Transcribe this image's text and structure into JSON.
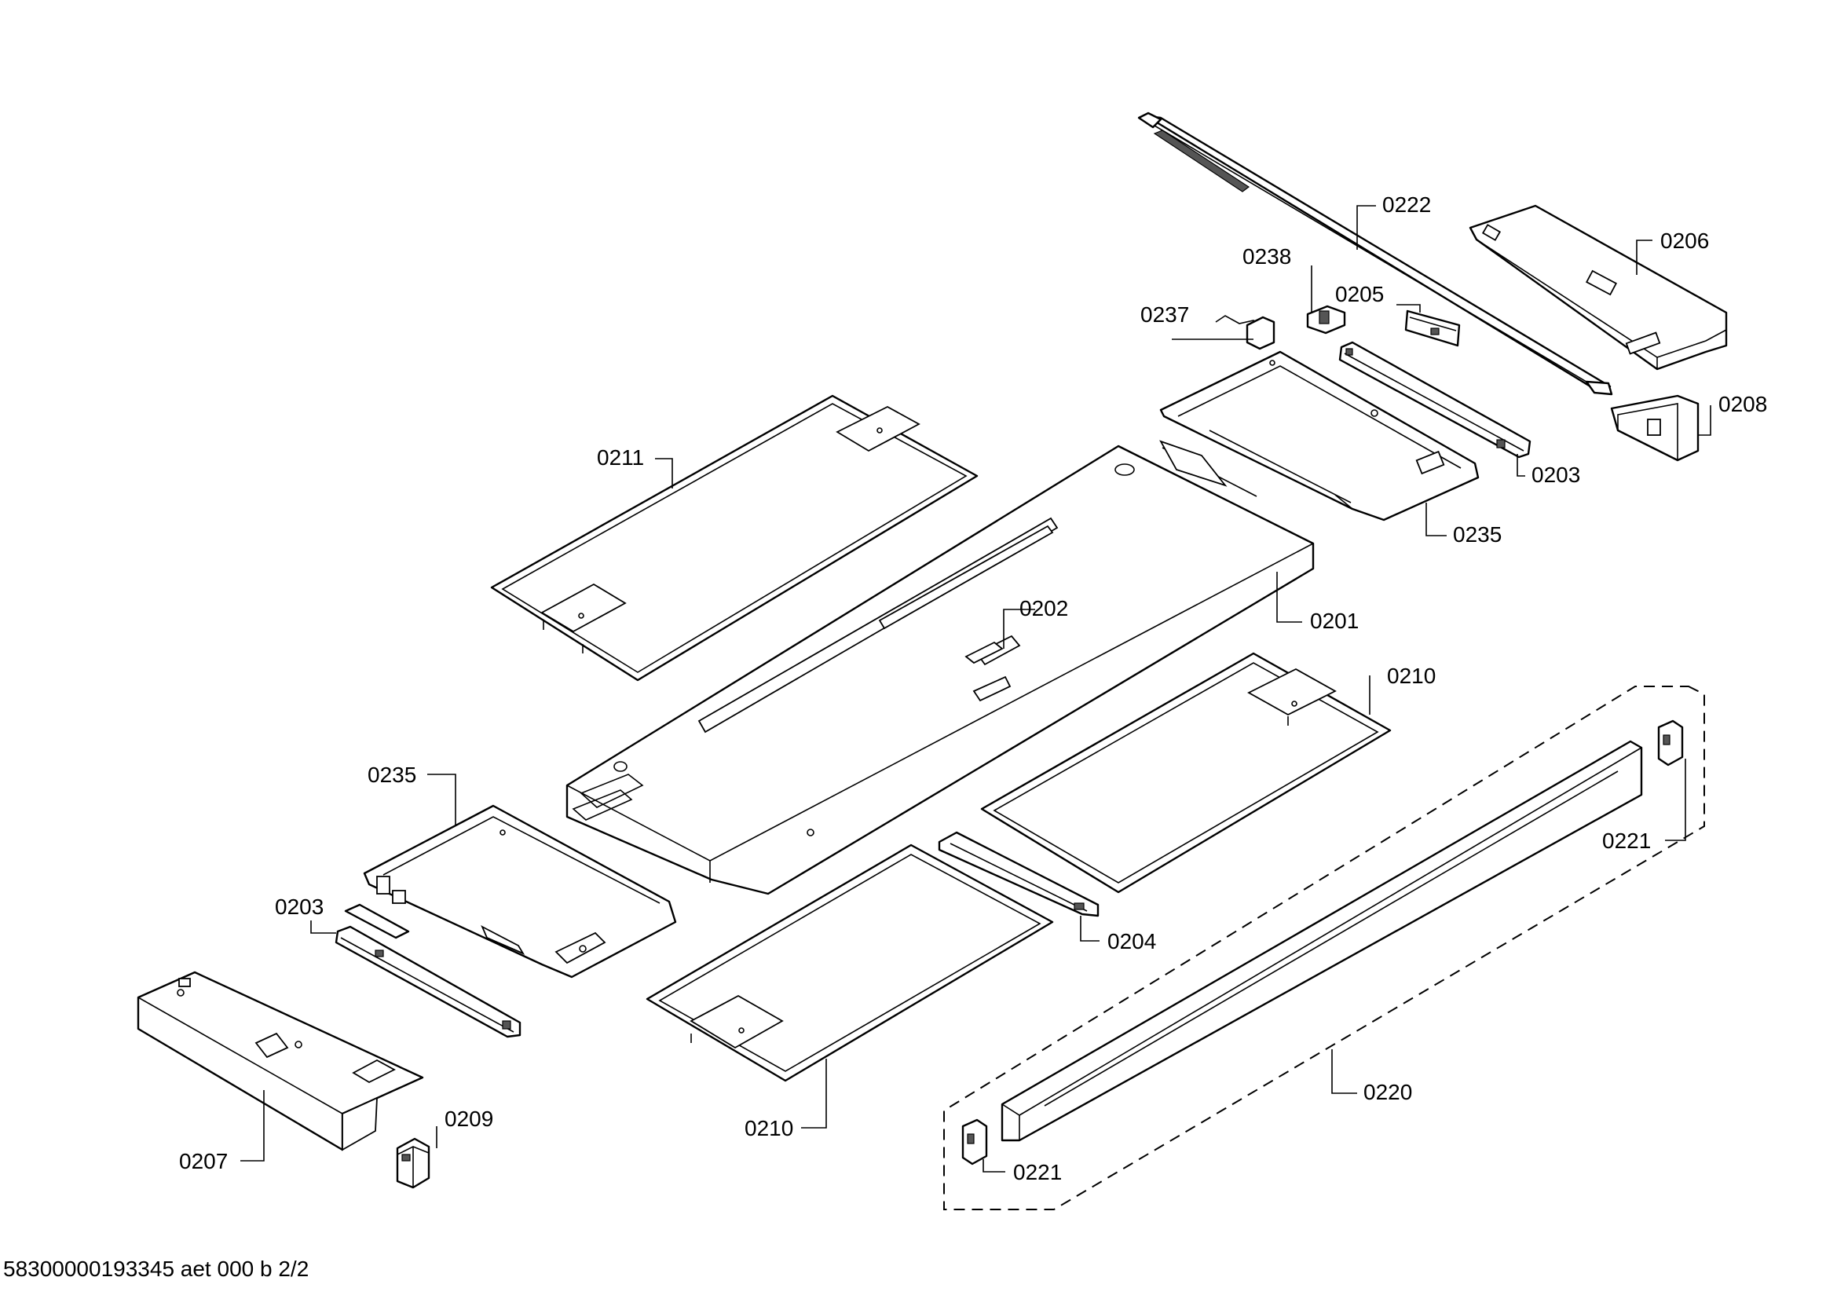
{
  "diagram": {
    "callouts": [
      {
        "id": "c0222",
        "label": "0222"
      },
      {
        "id": "c0206",
        "label": "0206"
      },
      {
        "id": "c0238",
        "label": "0238"
      },
      {
        "id": "c0205",
        "label": "0205"
      },
      {
        "id": "c0237",
        "label": "0237"
      },
      {
        "id": "c0208",
        "label": "0208"
      },
      {
        "id": "c0203a",
        "label": "0203"
      },
      {
        "id": "c0235a",
        "label": "0235"
      },
      {
        "id": "c0211",
        "label": "0211"
      },
      {
        "id": "c0202",
        "label": "0202"
      },
      {
        "id": "c0201",
        "label": "0201"
      },
      {
        "id": "c0210a",
        "label": "0210"
      },
      {
        "id": "c0235b",
        "label": "0235"
      },
      {
        "id": "c0221a",
        "label": "0221"
      },
      {
        "id": "c0203b",
        "label": "0203"
      },
      {
        "id": "c0204",
        "label": "0204"
      },
      {
        "id": "c0220",
        "label": "0220"
      },
      {
        "id": "c0209",
        "label": "0209"
      },
      {
        "id": "c0207",
        "label": "0207"
      },
      {
        "id": "c0210b",
        "label": "0210"
      },
      {
        "id": "c0221b",
        "label": "0221"
      }
    ]
  },
  "footer": {
    "document_reference": "58300000193345 aet 000 b 2/2"
  }
}
